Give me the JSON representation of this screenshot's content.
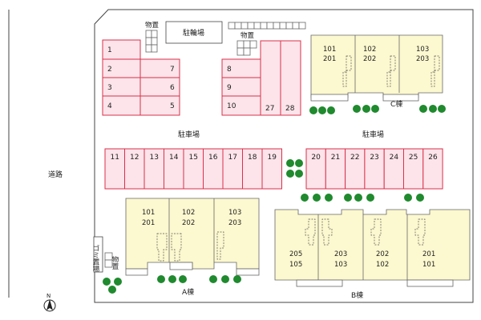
{
  "road_label": "道路",
  "bike_parking": "駐輪場",
  "storage_label": "物置",
  "storage_label_2": "物置",
  "parking_label_left": "駐車場",
  "parking_label_right": "駐車場",
  "garbage_label": "ゴミ置場",
  "storage_vertical": "物置",
  "compass_letter": "N",
  "parking_top_left": [
    "1",
    "2",
    "3",
    "4",
    "7",
    "6",
    "5"
  ],
  "parking_top_mid": [
    "8",
    "9",
    "10",
    "27",
    "28"
  ],
  "parking_row_mid_left": [
    "11",
    "12",
    "13",
    "14",
    "15",
    "16",
    "17",
    "18",
    "19"
  ],
  "parking_row_mid_right": [
    "20",
    "21",
    "22",
    "23",
    "24",
    "25",
    "26"
  ],
  "building_c": {
    "name": "C棟",
    "units": [
      {
        "top": "101",
        "bottom": "201"
      },
      {
        "top": "102",
        "bottom": "202"
      },
      {
        "top": "103",
        "bottom": "203"
      }
    ]
  },
  "building_a": {
    "name": "A棟",
    "units": [
      {
        "top": "101",
        "bottom": "201"
      },
      {
        "top": "102",
        "bottom": "202"
      },
      {
        "top": "103",
        "bottom": "203"
      }
    ]
  },
  "building_b": {
    "name": "B棟",
    "units": [
      {
        "top": "205",
        "bottom": "105"
      },
      {
        "top": "203",
        "bottom": "103"
      },
      {
        "top": "202",
        "bottom": "102"
      },
      {
        "top": "201",
        "bottom": "101"
      }
    ]
  }
}
